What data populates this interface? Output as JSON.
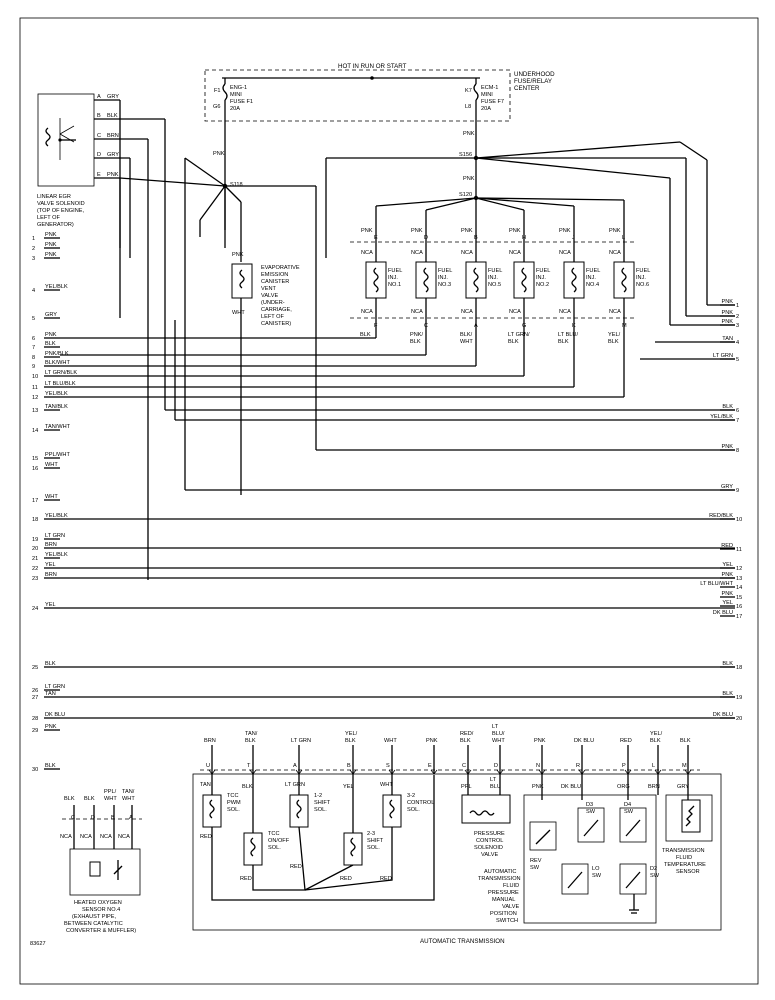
{
  "diagram_id": "83627",
  "power": {
    "hot_label": "HOT IN RUN OR START",
    "fuse_box": [
      "UNDERHOOD",
      "FUSE/RELAY",
      "CENTER"
    ],
    "fuse_left": {
      "id_top": "F1",
      "id_bot": "G6",
      "lines": [
        "ENG-1",
        "MINI",
        "FUSE F1",
        "20A"
      ]
    },
    "fuse_right": {
      "id_top": "K7",
      "id_bot": "L8",
      "lines": [
        "ECM-1",
        "MINI",
        "FUSE F7",
        "20A"
      ]
    },
    "splice_s118": "S118",
    "splice_s156": "S156",
    "splice_s120": "S120",
    "pnk": "PNK"
  },
  "egr": {
    "label": [
      "LINEAR EGR",
      "VALVE SOLENOID",
      "(TOP OF ENGINE,",
      "LEFT OF",
      "GENERATOR)"
    ],
    "pins": [
      {
        "pin": "A",
        "color": "GRY"
      },
      {
        "pin": "B",
        "color": "BLK"
      },
      {
        "pin": "C",
        "color": "BRN"
      },
      {
        "pin": "D",
        "color": "GRY"
      },
      {
        "pin": "E",
        "color": "PNK"
      }
    ]
  },
  "evap": {
    "label": [
      "EVAPORATIVE",
      "EMISSION",
      "CANISTER",
      "VENT",
      "VALVE",
      "(UNDER-",
      "CARRIAGE,",
      "LEFT OF",
      "CANISTER)"
    ],
    "top_wire": "PNK",
    "bottom_wire": "WHT"
  },
  "injectors": [
    {
      "top_pin": "E",
      "bot_pin": "F",
      "name": [
        "FUEL",
        "INJ.",
        "NO.1"
      ],
      "bot_wire": [
        "BLK"
      ]
    },
    {
      "top_pin": "D",
      "bot_pin": "C",
      "name": [
        "FUEL",
        "INJ.",
        "NO.3"
      ],
      "bot_wire": [
        "PNK/",
        "BLK"
      ]
    },
    {
      "top_pin": "B",
      "bot_pin": "A",
      "name": [
        "FUEL",
        "INJ.",
        "NO.5"
      ],
      "bot_wire": [
        "BLK/",
        "WHT"
      ]
    },
    {
      "top_pin": "H",
      "bot_pin": "G",
      "name": [
        "FUEL",
        "INJ.",
        "NO.2"
      ],
      "bot_wire": [
        "LT GRN/",
        "BLK"
      ]
    },
    {
      "top_pin": "J",
      "bot_pin": "K",
      "name": [
        "FUEL",
        "INJ.",
        "NO.4"
      ],
      "bot_wire": [
        "LT BLU/",
        "BLK"
      ]
    },
    {
      "top_pin": "L",
      "bot_pin": "M",
      "name": [
        "FUEL",
        "INJ.",
        "NO.6"
      ],
      "bot_wire": [
        "YEL/",
        "BLK"
      ]
    }
  ],
  "nca": "NCA",
  "left_connector": [
    {
      "num": "1",
      "color": "PNK"
    },
    {
      "num": "2",
      "color": "PNK"
    },
    {
      "num": "3",
      "color": "PNK"
    },
    {
      "num": "4",
      "color": "YEL/BLK"
    },
    {
      "num": "5",
      "color": "GRY"
    },
    {
      "num": "6",
      "color": "PNK"
    },
    {
      "num": "7",
      "color": "BLK"
    },
    {
      "num": "8",
      "color": "PNK/BLK"
    },
    {
      "num": "9",
      "color": "BLK/WHT"
    },
    {
      "num": "10",
      "color": "LT GRN/BLK"
    },
    {
      "num": "11",
      "color": "LT BLU/BLK"
    },
    {
      "num": "12",
      "color": "YEL/BLK"
    },
    {
      "num": "13",
      "color": "TAN/BLK"
    },
    {
      "num": "14",
      "color": "TAN/WHT"
    },
    {
      "num": "15",
      "color": "PPL/WHT"
    },
    {
      "num": "16",
      "color": "WHT"
    },
    {
      "num": "17",
      "color": "WHT"
    },
    {
      "num": "18",
      "color": "YEL/BLK"
    },
    {
      "num": "19",
      "color": "LT GRN"
    },
    {
      "num": "20",
      "color": "BRN"
    },
    {
      "num": "21",
      "color": "YEL/BLK"
    },
    {
      "num": "22",
      "color": "YEL"
    },
    {
      "num": "23",
      "color": "BRN"
    },
    {
      "num": "24",
      "color": "YEL"
    },
    {
      "num": "25",
      "color": "BLK"
    },
    {
      "num": "26",
      "color": "LT GRN"
    },
    {
      "num": "27",
      "color": "TAN"
    },
    {
      "num": "28",
      "color": "DK BLU"
    },
    {
      "num": "29",
      "color": "PNK"
    },
    {
      "num": "30",
      "color": "BLK"
    }
  ],
  "right_connector": [
    {
      "num": "1",
      "color": "PNK"
    },
    {
      "num": "2",
      "color": "PNK"
    },
    {
      "num": "3",
      "color": "PNK"
    },
    {
      "num": "4",
      "color": "TAN"
    },
    {
      "num": "5",
      "color": "LT GRN"
    },
    {
      "num": "6",
      "color": "BLK"
    },
    {
      "num": "7",
      "color": "YEL/BLK"
    },
    {
      "num": "8",
      "color": "PNK"
    },
    {
      "num": "9",
      "color": "GRY"
    },
    {
      "num": "10",
      "color": "RED/BLK"
    },
    {
      "num": "11",
      "color": "RED"
    },
    {
      "num": "12",
      "color": "YEL"
    },
    {
      "num": "13",
      "color": "PNK"
    },
    {
      "num": "14",
      "color": "LT BLU/WHT"
    },
    {
      "num": "15",
      "color": "PNK"
    },
    {
      "num": "16",
      "color": "YEL"
    },
    {
      "num": "17",
      "color": "DK BLU"
    },
    {
      "num": "18",
      "color": "BLK"
    },
    {
      "num": "19",
      "color": "BLK"
    },
    {
      "num": "20",
      "color": "DK BLU"
    }
  ],
  "transmission": {
    "title": "AUTOMATIC TRANSMISSION",
    "pins": [
      {
        "pin": "U",
        "color": [
          "BRN"
        ]
      },
      {
        "pin": "T",
        "color": [
          "TAN/",
          "BLK"
        ]
      },
      {
        "pin": "A",
        "color": [
          "LT GRN"
        ]
      },
      {
        "pin": "B",
        "color": [
          "YEL/",
          "BLK"
        ]
      },
      {
        "pin": "S",
        "color": [
          "WHT"
        ]
      },
      {
        "pin": "E",
        "color": [
          "PNK"
        ]
      },
      {
        "pin": "C",
        "color": [
          "RED/",
          "BLK"
        ]
      },
      {
        "pin": "D",
        "color": [
          "LT",
          "BLU/",
          "WHT"
        ]
      },
      {
        "pin": "N",
        "color": [
          "PNK"
        ]
      },
      {
        "pin": "R",
        "color": [
          "DK BLU"
        ]
      },
      {
        "pin": "P",
        "color": [
          "RED"
        ]
      },
      {
        "pin": "L",
        "color": [
          "YEL/",
          "BLK"
        ]
      },
      {
        "pin": "M",
        "color": [
          "BLK"
        ]
      }
    ],
    "inner_wires": {
      "tan": "TAN",
      "blk": "BLK",
      "ltgrn": "LT GRN",
      "yel": "YEL",
      "wht": "WHT",
      "ppl": "PPL",
      "ltblu": "LT",
      "ltblu2": "BLU",
      "pnk": "PNK",
      "dkblu": "DK BLU",
      "org": "ORG",
      "brn": "BRN",
      "gry": "GRY",
      "red": "RED"
    },
    "tcc_pwm": [
      "TCC",
      "PWM",
      "SOL."
    ],
    "tcc_onoff": [
      "TCC",
      "ON/OFF",
      "SOL."
    ],
    "shift12": [
      "1-2",
      "SHIFT",
      "SOL."
    ],
    "shift23": [
      "2-3",
      "SHIFT",
      "SOL."
    ],
    "control32": [
      "3-2",
      "CONTROL",
      "SOL."
    ],
    "pc_valve": [
      "PRESSURE",
      "CONTROL",
      "SOLENOID",
      "VALVE"
    ],
    "switch_label": [
      "AUTOMATIC",
      "TRANSMISSION",
      "FLUID",
      "PRESSURE",
      "MANUAL",
      "VALVE",
      "POSITION",
      "SWITCH"
    ],
    "switches": {
      "rev": [
        "REV",
        "SW"
      ],
      "d3": [
        "D3",
        "SW"
      ],
      "d4": [
        "D4",
        "SW"
      ],
      "lo": [
        "LO",
        "SW"
      ],
      "d2": [
        "D2",
        "SW"
      ]
    },
    "temp_sensor": [
      "TRANSMISSION",
      "FLUID",
      "TEMPERATURE",
      "SENSOR"
    ]
  },
  "o2": {
    "label": [
      "HEATED OXYGEN",
      "SENSOR NO.4",
      "(EXHAUST PIPE,",
      "BETWEEN CATALYTIC",
      "CONVERTER & MUFFLER)"
    ],
    "pins": [
      {
        "pin": "C",
        "color": [
          "BLK"
        ]
      },
      {
        "pin": "D",
        "color": [
          "BLK"
        ]
      },
      {
        "pin": "B",
        "color": [
          "PPL/",
          "WHT"
        ]
      },
      {
        "pin": "A",
        "color": [
          "TAN/",
          "WHT"
        ]
      }
    ]
  }
}
